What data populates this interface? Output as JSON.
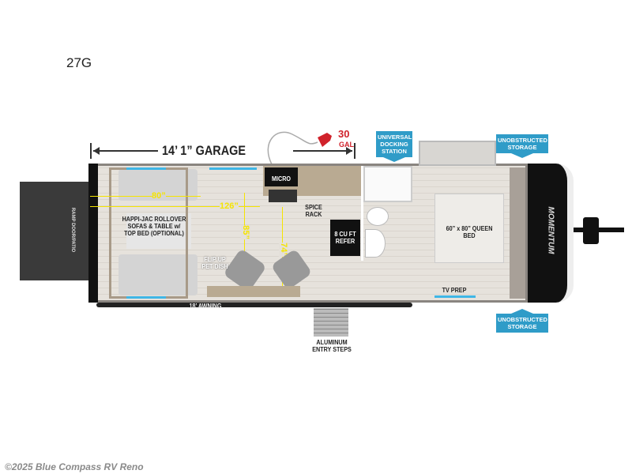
{
  "model": "27G",
  "garage_dimension": "14’ 1” GARAGE",
  "fuel": {
    "amount": "30",
    "unit": "GAL",
    "color": "#d0222b",
    "icon": "fuel-nozzle-icon"
  },
  "callouts": {
    "docking_station": "UNIVERSAL DOCKING STATION",
    "storage_top": "UNOBSTRUCTED STORAGE",
    "storage_bottom": "UNOBSTRUCTED STORAGE",
    "color": "#2f9cc8"
  },
  "labels": {
    "ramp_door": "RAMP DOOR/PATIO",
    "sofas": "HAPPI-JAC ROLLOVER SOFAS & TABLE w/ TOP BED (OPTIONAL)",
    "micro": "MICRO",
    "spice_rack": "SPICE RACK",
    "refer": "8 CU FT REFER",
    "pet_dish": "FLIP UP PET DISH",
    "awning": "18’ AWNING",
    "entry_steps": "ALUMINUM ENTRY STEPS",
    "queen_bed": "60” x 80” QUEEN BED",
    "tv_prep": "TV PREP",
    "brand": "MOMENTUM"
  },
  "dimensions": {
    "sofa_width": "80”",
    "garage_depth": "126”",
    "height_1": "85”",
    "height_2": "74”",
    "color": "#f5e400"
  },
  "watermark": "©2025 Blue Compass RV Reno"
}
